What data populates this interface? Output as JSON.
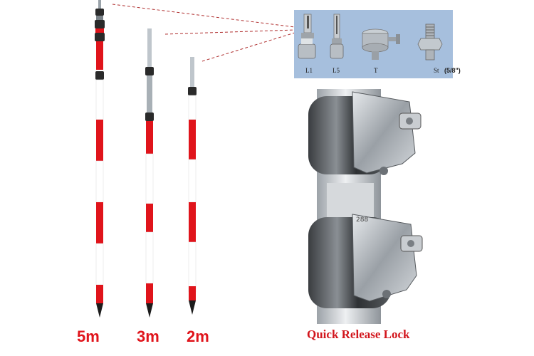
{
  "poles": [
    {
      "length_label": "5m"
    },
    {
      "length_label": "3m"
    },
    {
      "length_label": "2m"
    }
  ],
  "attachments": {
    "labels": [
      "L1",
      "L5",
      "T",
      "St"
    ],
    "thread_note": "(5/8\")"
  },
  "caption": "Quick Release Lock",
  "lock_marking": "288",
  "colors": {
    "stripe_red": "#e0141b",
    "panel_bg": "#a6bfdd",
    "caption_red": "#d2151c"
  }
}
